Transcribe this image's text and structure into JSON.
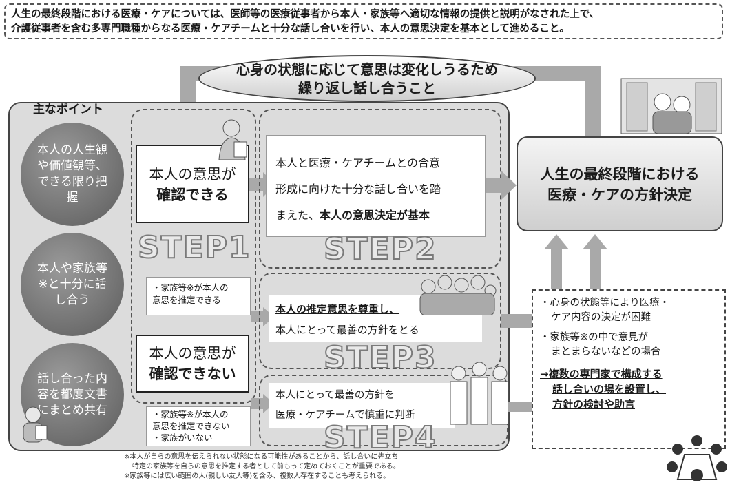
{
  "top_note": {
    "line1": "人生の最終段階における医療・ケアについては、医師等の医療従事者から本人・家族等へ適切な情報の提供と説明がなされた上で、",
    "line2": "介護従事者を含む多専門職種からなる医療・ケアチームと十分な話し合いを行い、本人の意思決定を基本として進めること。"
  },
  "oval": {
    "line1": "心身の状態に応じて意思は変化しうるため",
    "line2": "繰り返し話し合うこと"
  },
  "main_points": {
    "heading": "主なポイント",
    "items": [
      {
        "text": "本人の人生観や価値観等、できる限り把握"
      },
      {
        "text": "本人や家族等※と十分に話し合う"
      },
      {
        "text": "話し合った内容を都度文書にまとめ共有"
      }
    ]
  },
  "decision": {
    "can": {
      "line1": "本人の意思が",
      "line2": "確認できる"
    },
    "cannot": {
      "line1": "本人の意思が",
      "line2": "確認できない"
    }
  },
  "steps": {
    "step1": "STEP1",
    "step2": "STEP2",
    "step3": "STEP3",
    "step4": "STEP4"
  },
  "step2_box": {
    "line1": "本人と医療・ケアチームとの合意",
    "line2": "形成に向けた十分な話し合いを踏",
    "line3_plain": "まえた、",
    "line3_bold": "本人の意思決定が基本"
  },
  "family_can": {
    "line1": "・家族等※が本人の",
    "line2": "意思を推定できる"
  },
  "family_cannot": {
    "line1": "・家族等※が本人の",
    "line2": "意思を推定できない",
    "line3": "・家族がいない"
  },
  "step3_box": {
    "line1": "本人の推定意思を尊重し、",
    "line2": "本人にとって最善の方針をとる"
  },
  "step4_box": {
    "line1": "本人にとって最善の方針を",
    "line2": "医療・ケアチームで慎重に判断"
  },
  "result": {
    "line1": "人生の最終段階における",
    "line2": "医療・ケアの方針決定"
  },
  "right_note": {
    "bullet1_line1": "・心身の状態等により医療・",
    "bullet1_line2": "ケア内容の決定が困難",
    "bullet2_line1": "・家族等※の中で意見が",
    "bullet2_line2": "まとまらないなどの場合",
    "action_line1": "→複数の専門家で構成する",
    "action_line2": "話し合いの場を設置し、",
    "action_line3": "方針の検討や助言"
  },
  "footnotes": {
    "line1": "※本人が自らの意思を伝えられない状態になる可能性があることから、話し合いに先立ち",
    "line2": "特定の家族等を自らの意思を推定する者として前もって定めておくことが重要である。",
    "line3": "※家族等には広い範囲の人(親しい友人等)を含み、複数人存在することも考えられる。"
  },
  "colors": {
    "panel": "#dcdcdc",
    "circle": "#6e6e6e",
    "arrow": "#a9a9a9",
    "stroke": "#444444"
  }
}
